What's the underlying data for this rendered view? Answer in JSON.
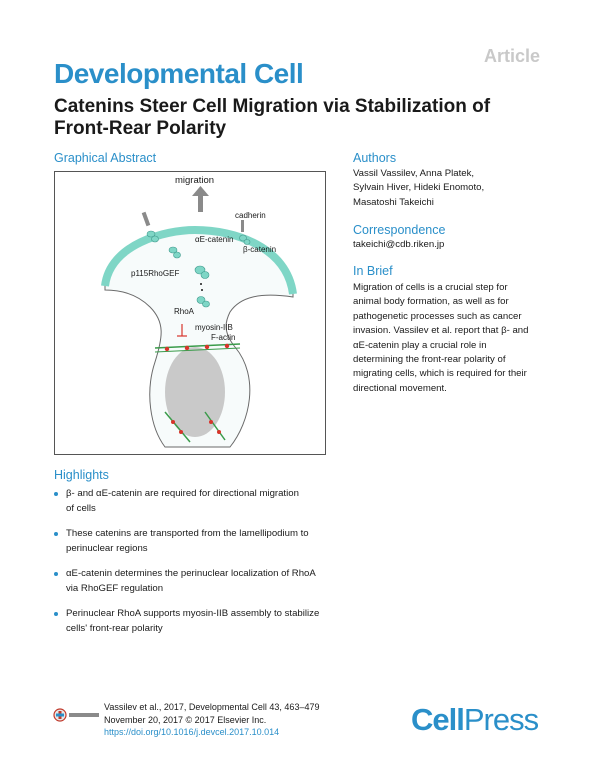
{
  "header": {
    "article_tag": "Article",
    "journal": "Developmental Cell",
    "title": "Catenins Steer Cell Migration via Stabilization of Front-Rear Polarity"
  },
  "graphical_abstract": {
    "heading": "Graphical Abstract",
    "labels": {
      "migration": "migration",
      "cadherin": "cadherin",
      "alpha_catenin": "αE-catenin",
      "beta_catenin": "β-catenin",
      "p115": "p115RhoGEF",
      "rhoa": "RhoA",
      "myosin": "myosin-IIB",
      "factin": "F-actin"
    }
  },
  "authors": {
    "heading": "Authors",
    "lines": [
      "Vassil Vassilev, Anna Platek,",
      "Sylvain Hiver, Hideki Enomoto,",
      "Masatoshi Takeichi"
    ]
  },
  "correspondence": {
    "heading": "Correspondence",
    "email": "takeichi@cdb.riken.jp"
  },
  "in_brief": {
    "heading": "In Brief",
    "lines": [
      "Migration of cells is a crucial step for",
      "animal body formation, as well as for",
      "pathogenetic processes such as cancer",
      "invasion. Vassilev et al. report that β- and",
      "αE-catenin play a crucial role in",
      "determining the front-rear polarity of",
      "migrating cells, which is required for their",
      "directional movement."
    ]
  },
  "highlights": {
    "heading": "Highlights",
    "items": [
      [
        "β- and αE-catenin are required for directional migration",
        "of cells"
      ],
      [
        "These catenins are transported from the lamellipodium to",
        "perinuclear regions"
      ],
      [
        "αE-catenin determines the perinuclear localization of RhoA",
        "via RhoGEF regulation"
      ],
      [
        "Perinuclear RhoA supports myosin-IIB assembly to stabilize",
        "cells' front-rear polarity"
      ]
    ]
  },
  "footer": {
    "citation": "Vassilev et al., 2017, Developmental Cell 43, 463–479",
    "date": "November 20, 2017 © 2017 Elsevier Inc.",
    "doi": "https://doi.org/10.1016/j.devcel.2017.10.014",
    "publisher_cell": "Cell",
    "publisher_press": "Press"
  },
  "colors": {
    "accent": "#2a8fc9",
    "membrane": "#7fd6c6",
    "nucleus": "#c9c9c9",
    "actin": "#3a9b4a",
    "myosin": "#d8342b"
  }
}
